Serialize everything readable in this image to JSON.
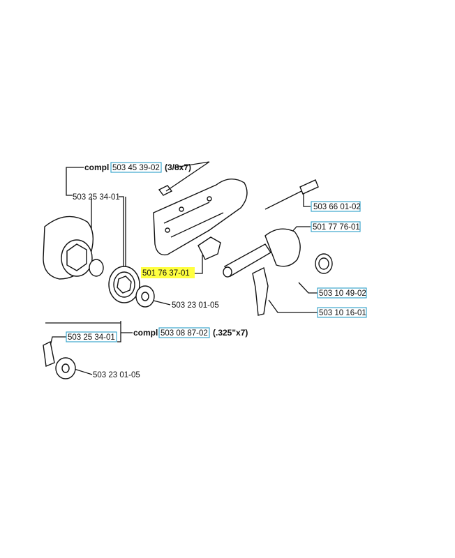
{
  "labels": {
    "compl_top": "compl",
    "part_503453902": "503 45 39-02",
    "pitch_top": "(3/8x7)",
    "part_503253401_top": "503 25 34-01",
    "part_501763701": "501 76 37-01",
    "part_503230105_top": "503 23 01-05",
    "part_503660102": "503 66 01-02",
    "part_501777601": "501 77 76-01",
    "part_503104902": "503 10 49-02",
    "part_503101601": "503 10 16-01",
    "compl_bottom": "compl",
    "part_503088702": "503 08 87-02",
    "pitch_bottom": "(.325\"x7)",
    "part_503253401_bottom": "503 25 34-01",
    "part_503230105_bottom": "503 23 01-05"
  },
  "colors": {
    "highlight": "#ffff40",
    "label_box": "#2a9fc8",
    "line": "#111111"
  }
}
